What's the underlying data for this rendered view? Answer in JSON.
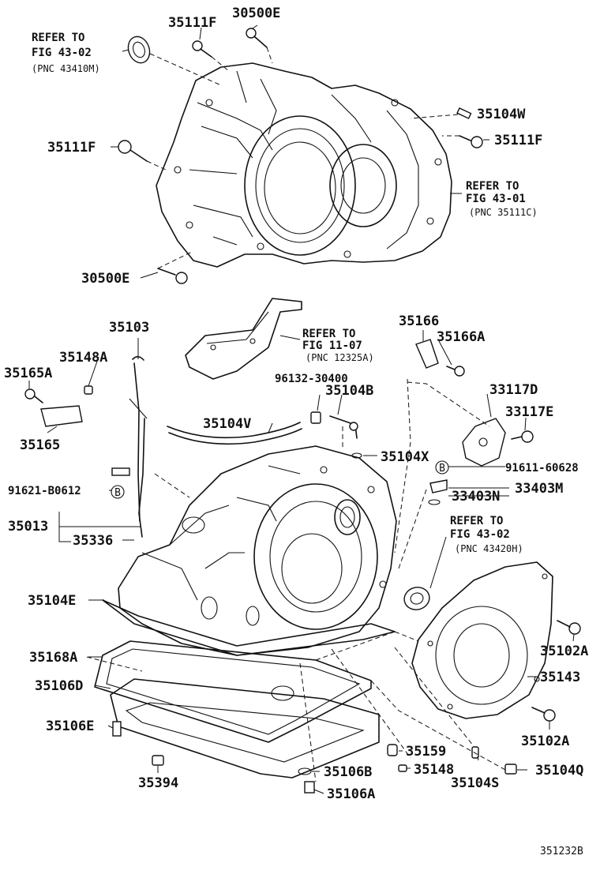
{
  "diagram_id": "351232B",
  "parts": {
    "p35111F_top": "35111F",
    "p30500E_top": "30500E",
    "p35104W": "35104W",
    "p35111F_left": "35111F",
    "p35111F_right": "35111F",
    "p30500E_left": "30500E",
    "p35103": "35103",
    "p35148A": "35148A",
    "p35165A": "35165A",
    "p35165": "35165",
    "p35166": "35166",
    "p35166A": "35166A",
    "p96132": "96132-30400",
    "p35104B": "35104B",
    "p33117D": "33117D",
    "p33117E": "33117E",
    "p35104V": "35104V",
    "p35104X": "35104X",
    "p91611": "91611-60628",
    "p91621": "91621-B0612",
    "p33403M": "33403M",
    "p33403N": "33403N",
    "p35013": "35013",
    "p35336": "35336",
    "p35104E": "35104E",
    "p35168A": "35168A",
    "p35106D": "35106D",
    "p35106E": "35106E",
    "p35394": "35394",
    "p35102A_1": "35102A",
    "p35143": "35143",
    "p35102A_2": "35102A",
    "p35159": "35159",
    "p35106B": "35106B",
    "p35148": "35148",
    "p35104S": "35104S",
    "p35104Q": "35104Q",
    "p35106A": "35106A"
  },
  "refs": {
    "r1": {
      "line1": "REFER TO",
      "line2": "FIG 43-02",
      "line3": "(PNC 43410M)"
    },
    "r2": {
      "line1": "REFER TO",
      "line2": "FIG 43-01",
      "line3": "(PNC 35111C)"
    },
    "r3": {
      "line1": "REFER TO",
      "line2": "FIG 11-07",
      "line3": "(PNC 12325A)"
    },
    "r4": {
      "line1": "REFER TO",
      "line2": "FIG 43-02",
      "line3": "(PNC 43420H)"
    }
  },
  "markers": {
    "b_symbol": "B"
  }
}
